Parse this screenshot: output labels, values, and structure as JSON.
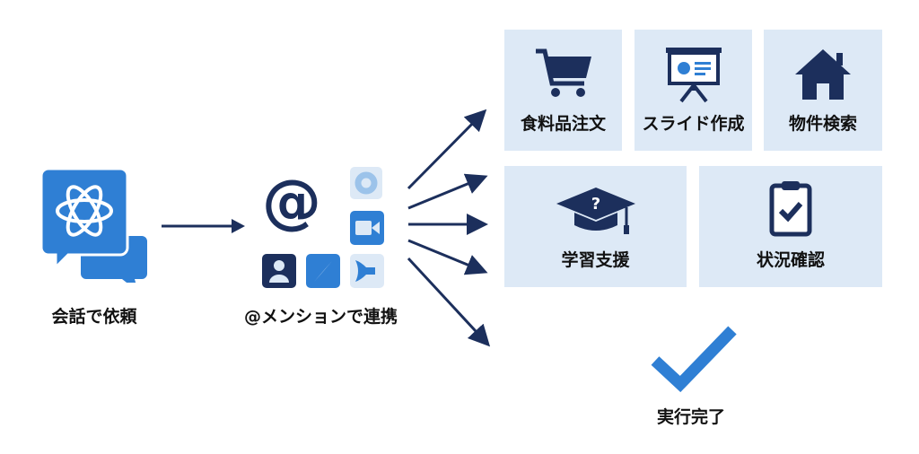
{
  "step1": {
    "label": "会話で依頼"
  },
  "step2": {
    "label": "@メンションで連携",
    "at_symbol": "@"
  },
  "tasks": [
    {
      "label": "食料品注文",
      "icon": "shopping-cart-icon"
    },
    {
      "label": "スライド作成",
      "icon": "presentation-icon"
    },
    {
      "label": "物件検索",
      "icon": "house-icon"
    },
    {
      "label": "学習支援",
      "icon": "graduation-cap-icon"
    },
    {
      "label": "状況確認",
      "icon": "clipboard-check-icon"
    }
  ],
  "done": {
    "label": "実行完了"
  },
  "colors": {
    "navy": "#1c2f5c",
    "blue": "#2f7fd4",
    "light": "#dde9f6"
  }
}
